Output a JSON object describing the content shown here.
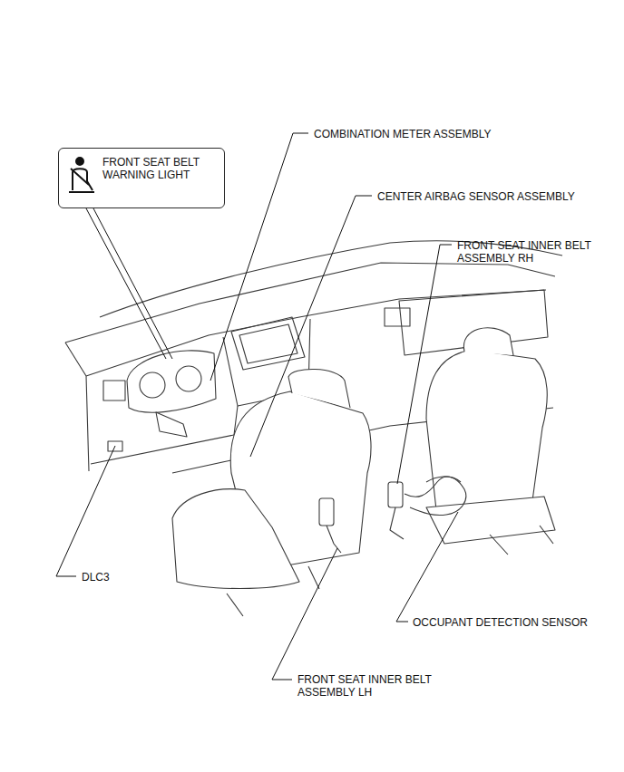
{
  "diagram": {
    "nodes": [
      {
        "text": [
          "FRONT SEAT BELT WARNING LIGHT"
        ]
      }
    ],
    "labels": [
      "COMBINATION METER ASSEMBLY",
      "CENTER AIRBAG SENSOR ASSEMBLY",
      "FRONT SEAT INNER BELT ASSEMBLY RH",
      "DLC3",
      "OCCUPANT DETECTION SENSOR",
      "FRONT SEAT INNER BELT ASSEMBLY LH"
    ]
  }
}
